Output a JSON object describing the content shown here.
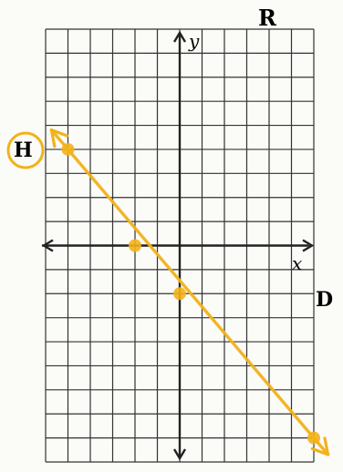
{
  "labels": {
    "top_right": "R",
    "left": "H",
    "right": "D"
  },
  "axes": {
    "x_label": "x",
    "y_label": "y"
  },
  "grid": {
    "x_range": [
      -6,
      6
    ],
    "y_range": [
      -9,
      9
    ]
  },
  "line": {
    "color": "#f2b21b",
    "points": [
      [
        -5,
        4
      ],
      [
        -2,
        0
      ],
      [
        0,
        -2
      ],
      [
        6,
        -8
      ]
    ]
  },
  "colors": {
    "ink": "#222222",
    "grid": "#333333",
    "highlight": "#f2b21b"
  }
}
